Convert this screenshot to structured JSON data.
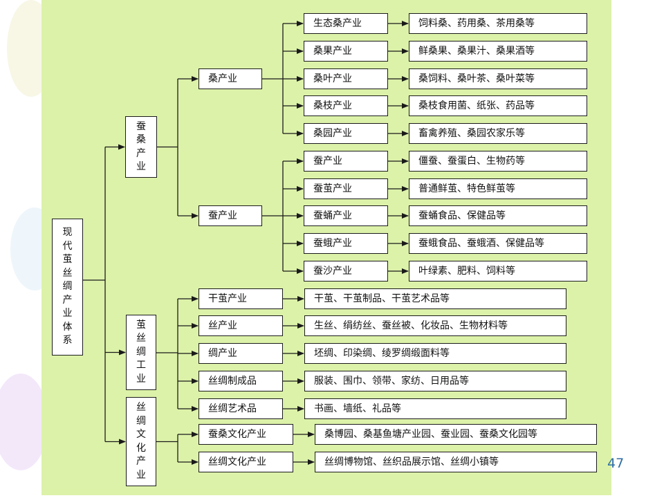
{
  "colors": {
    "panel": "#dcf2a9",
    "box_border": "#1a1a1a",
    "connector": "#1a1a1a",
    "page_number": "#2e6da4"
  },
  "diagram": {
    "root": {
      "label": "现代茧丝绸产业体系"
    },
    "branches": [
      {
        "label": "蚕桑产业",
        "children": [
          {
            "label": "桑产业",
            "children": [
              {
                "label": "生态桑产业",
                "detail": "饲料桑、药用桑、茶用桑等"
              },
              {
                "label": "桑果产业",
                "detail": "鲜桑果、桑果汁、桑果酒等"
              },
              {
                "label": "桑叶产业",
                "detail": "桑饲料、桑叶茶、桑叶菜等"
              },
              {
                "label": "桑枝产业",
                "detail": "桑枝食用菌、纸张、药品等"
              },
              {
                "label": "桑园产业",
                "detail": "畜禽养殖、桑园农家乐等"
              }
            ]
          },
          {
            "label": "蚕产业",
            "children": [
              {
                "label": "蚕产业",
                "detail": "僵蚕、蚕蛋白、生物药等"
              },
              {
                "label": "蚕茧产业",
                "detail": "普通鲜茧、特色鲜茧等"
              },
              {
                "label": "蚕蛹产业",
                "detail": "蚕蛹食品、保健品等"
              },
              {
                "label": "蚕蛾产业",
                "detail": "蚕蛾食品、蚕蛾酒、保健品等"
              },
              {
                "label": "蚕沙产业",
                "detail": "叶绿素、肥料、饲料等"
              }
            ]
          }
        ]
      },
      {
        "label": "茧丝绸工业",
        "children": [
          {
            "label": "干茧产业",
            "detail": "干茧、干茧制品、干茧艺术品等"
          },
          {
            "label": "丝产业",
            "detail": "生丝、绢纺丝、蚕丝被、化妆品、生物材料等"
          },
          {
            "label": "绸产业",
            "detail": "坯绸、印染绸、绫罗绸缎面料等"
          },
          {
            "label": "丝绸制成品",
            "detail": "服装、围巾、领带、家纺、日用品等"
          },
          {
            "label": "丝绸艺术品",
            "detail": "书画、墙纸、礼品等"
          }
        ]
      },
      {
        "label": "丝绸文化产业",
        "children": [
          {
            "label": "蚕桑文化产业",
            "detail": "桑博园、桑基鱼塘产业园、蚕业园、蚕桑文化园等"
          },
          {
            "label": "丝绸文化产业",
            "detail": "丝绸博物馆、丝织品展示馆、丝绸小镇等"
          }
        ]
      }
    ]
  },
  "footer": {
    "page_number": "47"
  }
}
